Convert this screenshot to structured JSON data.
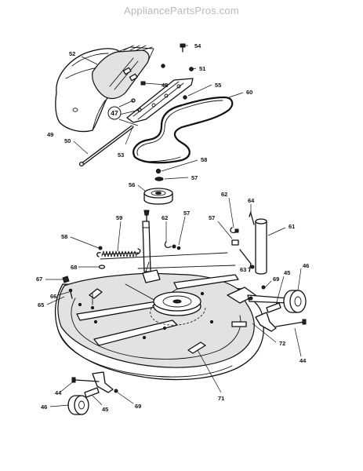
{
  "watermark": "AppliancePartsPros.com",
  "callouts": [
    {
      "id": "c54",
      "text": "54"
    },
    {
      "id": "c52",
      "text": "52"
    },
    {
      "id": "c51",
      "text": "51"
    },
    {
      "id": "c48",
      "text": "48"
    },
    {
      "id": "c55",
      "text": "55"
    },
    {
      "id": "c60",
      "text": "60"
    },
    {
      "id": "c47",
      "text": "47"
    },
    {
      "id": "c49",
      "text": "49"
    },
    {
      "id": "c50",
      "text": "50"
    },
    {
      "id": "c53",
      "text": "53"
    },
    {
      "id": "c58a",
      "text": "58"
    },
    {
      "id": "c57a",
      "text": "57"
    },
    {
      "id": "c56",
      "text": "56"
    },
    {
      "id": "c62a",
      "text": "62"
    },
    {
      "id": "c64",
      "text": "64"
    },
    {
      "id": "c59",
      "text": "59"
    },
    {
      "id": "c62b",
      "text": "62"
    },
    {
      "id": "c57b",
      "text": "57"
    },
    {
      "id": "c57c",
      "text": "57"
    },
    {
      "id": "c61",
      "text": "61"
    },
    {
      "id": "c58b",
      "text": "58"
    },
    {
      "id": "c68",
      "text": "68"
    },
    {
      "id": "c63",
      "text": "63"
    },
    {
      "id": "c46a",
      "text": "46"
    },
    {
      "id": "c45a",
      "text": "45"
    },
    {
      "id": "c69a",
      "text": "69"
    },
    {
      "id": "c67",
      "text": "67"
    },
    {
      "id": "c66",
      "text": "66"
    },
    {
      "id": "c65",
      "text": "65"
    },
    {
      "id": "c72",
      "text": "72"
    },
    {
      "id": "c44a",
      "text": "44"
    },
    {
      "id": "c71",
      "text": "71"
    },
    {
      "id": "c44b",
      "text": "44"
    },
    {
      "id": "c46b",
      "text": "46"
    },
    {
      "id": "c45b",
      "text": "45"
    },
    {
      "id": "c69b",
      "text": "69"
    }
  ]
}
